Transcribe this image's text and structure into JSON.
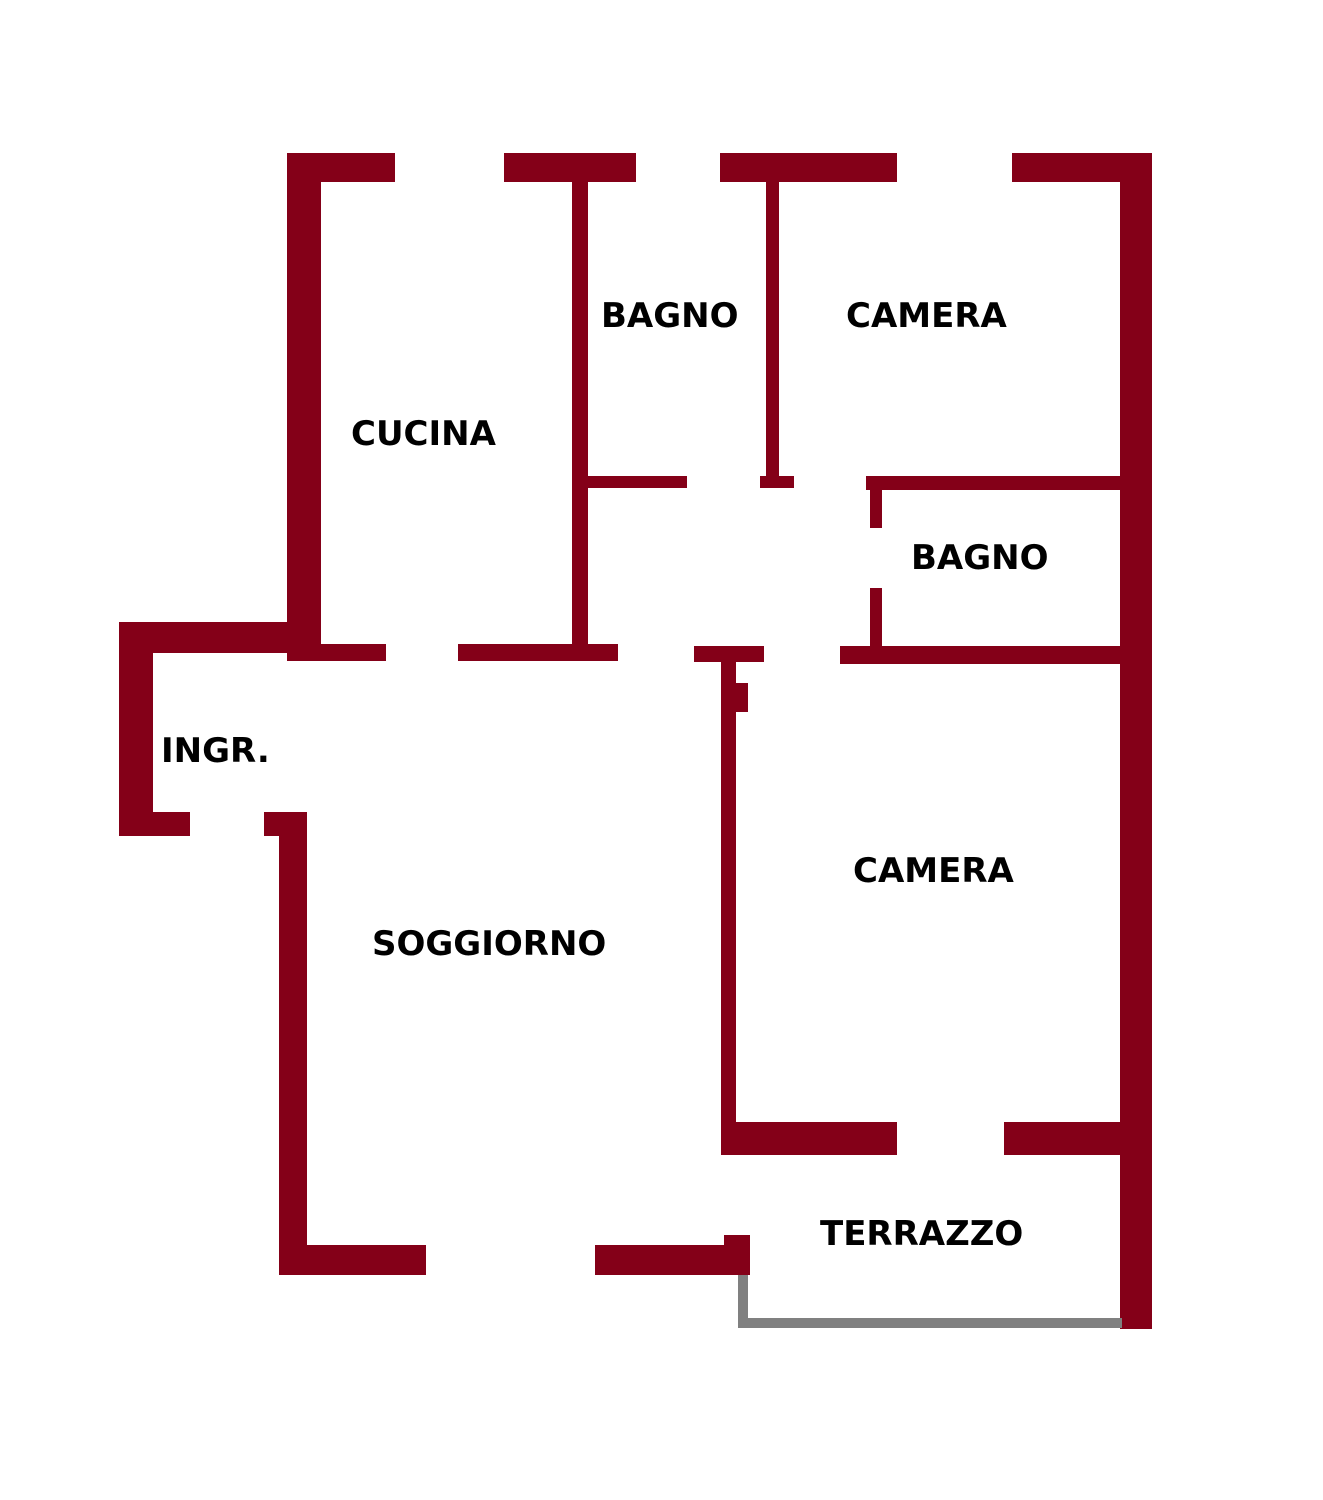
{
  "colors": {
    "wall": "#840018",
    "railing": "#808080",
    "label": "#000000",
    "background": "#ffffff"
  },
  "rooms": {
    "cucina": "CUCINA",
    "bagno_top": "BAGNO",
    "camera_top": "CAMERA",
    "bagno_right": "BAGNO",
    "ingresso": "INGR.",
    "soggiorno": "SOGGIORNO",
    "camera_bottom": "CAMERA",
    "terrazzo": "TERRAZZO"
  }
}
